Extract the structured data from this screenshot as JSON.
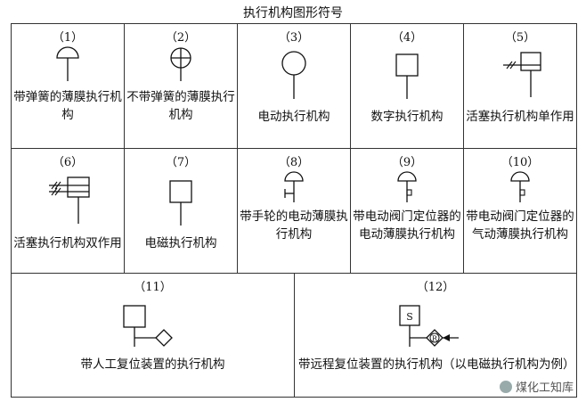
{
  "title": "执行机构图形符号",
  "cells": [
    {
      "num": "（1）",
      "label": "带弹簧的薄膜执行机构"
    },
    {
      "num": "（2）",
      "label": "不带弹簧的薄膜执行机构"
    },
    {
      "num": "（3）",
      "label": "电动执行机构"
    },
    {
      "num": "（4）",
      "label": "数字执行机构"
    },
    {
      "num": "（5）",
      "label": "活塞执行机构单作用"
    },
    {
      "num": "（6）",
      "label": "活塞执行机构双作用"
    },
    {
      "num": "（7）",
      "label": "电磁执行机构"
    },
    {
      "num": "（8）",
      "label": "带手轮的电动薄膜执行机构"
    },
    {
      "num": "（9）",
      "label": "带电动阀门定位器的电动薄膜执行机构"
    },
    {
      "num": "（10）",
      "label": "带电动阀门定位器的气动薄膜执行机构"
    },
    {
      "num": "（11）",
      "label": "带人工复位装置的执行机构"
    },
    {
      "num": "（12）",
      "label": "带远程复位装置的执行机构（以电磁执行机构为例）"
    }
  ],
  "symbol_letters": {
    "s": "S",
    "r": "R"
  },
  "watermark": "煤化工知库"
}
